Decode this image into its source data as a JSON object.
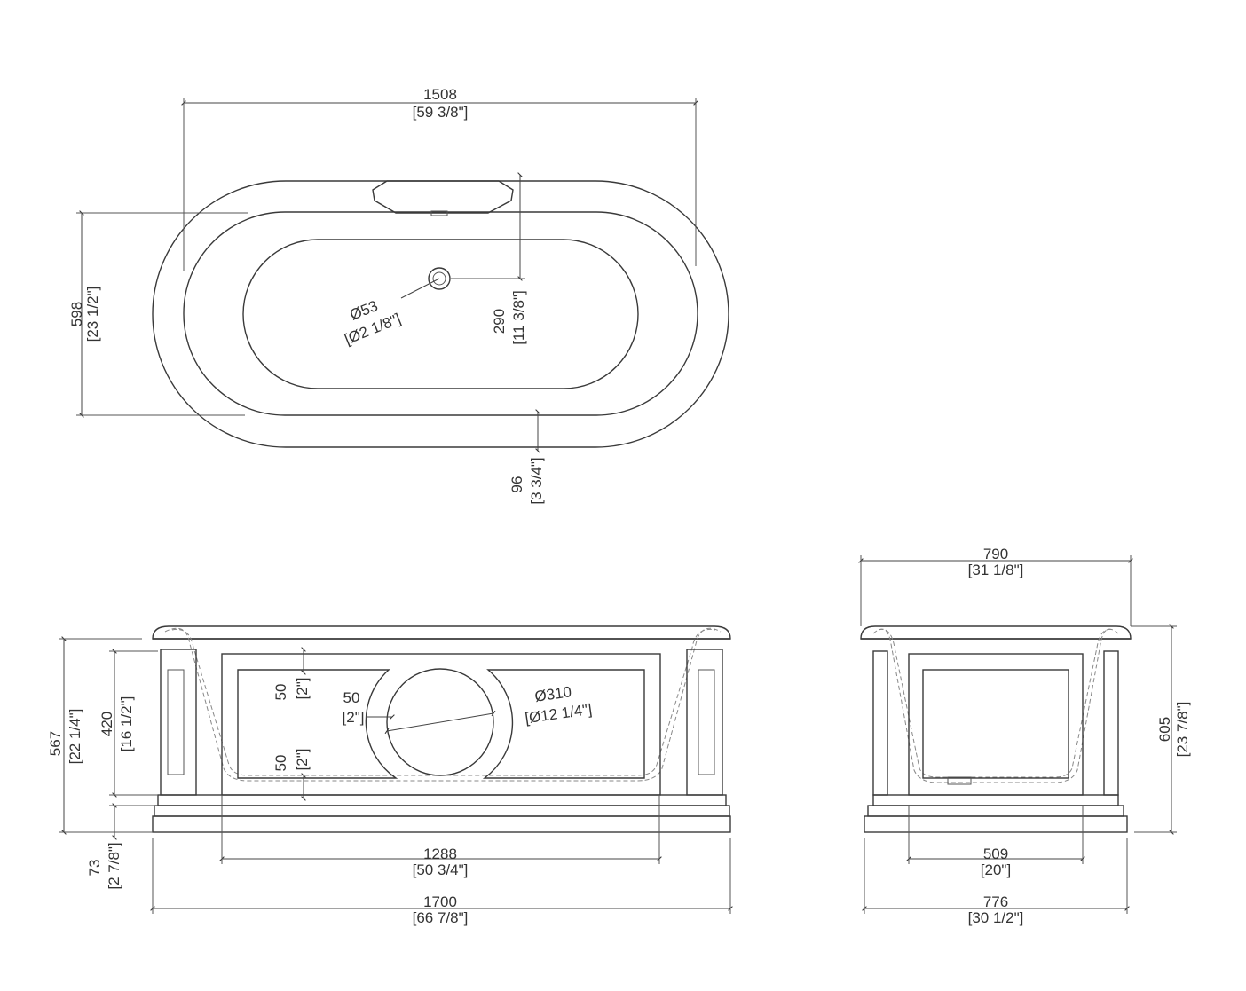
{
  "top_view": {
    "overall_length": {
      "mm": "1508",
      "in": "[59 3/8\"]"
    },
    "overall_width": {
      "mm": "598",
      "in": "[23 1/2\"]"
    },
    "waste_diameter": {
      "mm": "Ø53",
      "in": "[Ø2 1/8\"]"
    },
    "waste_offset": {
      "mm": "290",
      "in": "[11 3/8\"]"
    },
    "rim_width": {
      "mm": "96",
      "in": "[3 3/4\"]"
    }
  },
  "side_view": {
    "height": {
      "mm": "567",
      "in": "[22 1/4\"]"
    },
    "panel_height": {
      "mm": "420",
      "in": "[16 1/2\"]"
    },
    "plinth_height": {
      "mm": "73",
      "in": "[2 7/8\"]"
    },
    "panel_margin_top": {
      "mm": "50",
      "in": "[2\"]"
    },
    "panel_margin_bottom": {
      "mm": "50",
      "in": "[2\"]"
    },
    "circle_margin": {
      "mm": "50",
      "in": "[2\"]"
    },
    "medallion_diameter": {
      "mm": "Ø310",
      "in": "[Ø12 1/4\"]"
    },
    "inner_length": {
      "mm": "1288",
      "in": "[50 3/4\"]"
    },
    "overall_length": {
      "mm": "1700",
      "in": "[66 7/8\"]"
    }
  },
  "end_view": {
    "top_width": {
      "mm": "790",
      "in": "[31 1/8\"]"
    },
    "height": {
      "mm": "605",
      "in": "[23 7/8\"]"
    },
    "inner_width": {
      "mm": "509",
      "in": "[20\"]"
    },
    "base_width": {
      "mm": "776",
      "in": "[30 1/2\"]"
    }
  }
}
